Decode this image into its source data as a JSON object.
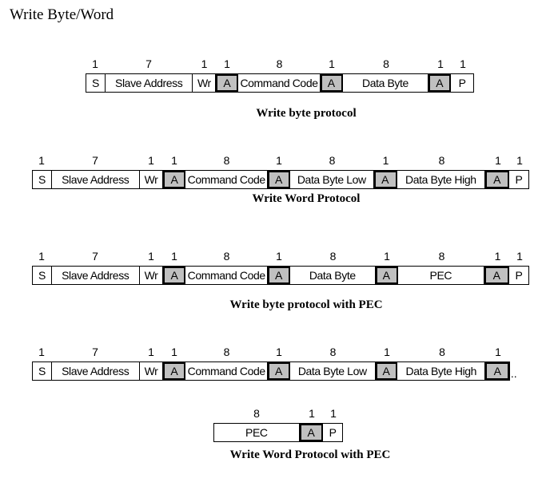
{
  "heading": "Write Byte/Word",
  "diagrams": [
    {
      "caption": "Write byte protocol",
      "fields": [
        {
          "bits": "1",
          "label": "S"
        },
        {
          "bits": "7",
          "label": "Slave Address"
        },
        {
          "bits": "1",
          "label": "Wr"
        },
        {
          "bits": "1",
          "label": "A"
        },
        {
          "bits": "8",
          "label": "Command Code"
        },
        {
          "bits": "1",
          "label": "A"
        },
        {
          "bits": "8",
          "label": "Data Byte"
        },
        {
          "bits": "1",
          "label": "A"
        },
        {
          "bits": "1",
          "label": "P"
        }
      ]
    },
    {
      "caption": "Write Word Protocol",
      "fields": [
        {
          "bits": "1",
          "label": "S"
        },
        {
          "bits": "7",
          "label": "Slave Address"
        },
        {
          "bits": "1",
          "label": "Wr"
        },
        {
          "bits": "1",
          "label": "A"
        },
        {
          "bits": "8",
          "label": "Command Code"
        },
        {
          "bits": "1",
          "label": "A"
        },
        {
          "bits": "8",
          "label": "Data Byte Low"
        },
        {
          "bits": "1",
          "label": "A"
        },
        {
          "bits": "8",
          "label": "Data Byte High"
        },
        {
          "bits": "1",
          "label": "A"
        },
        {
          "bits": "1",
          "label": "P"
        }
      ]
    },
    {
      "caption": "Write byte protocol with PEC",
      "fields": [
        {
          "bits": "1",
          "label": "S"
        },
        {
          "bits": "7",
          "label": "Slave Address"
        },
        {
          "bits": "1",
          "label": "Wr"
        },
        {
          "bits": "1",
          "label": "A"
        },
        {
          "bits": "8",
          "label": "Command Code"
        },
        {
          "bits": "1",
          "label": "A"
        },
        {
          "bits": "8",
          "label": "Data Byte"
        },
        {
          "bits": "1",
          "label": "A"
        },
        {
          "bits": "8",
          "label": "PEC"
        },
        {
          "bits": "1",
          "label": "A"
        },
        {
          "bits": "1",
          "label": "P"
        }
      ]
    },
    {
      "caption": "",
      "continuation": "...",
      "fields": [
        {
          "bits": "1",
          "label": "S"
        },
        {
          "bits": "7",
          "label": "Slave Address"
        },
        {
          "bits": "1",
          "label": "Wr"
        },
        {
          "bits": "1",
          "label": "A"
        },
        {
          "bits": "8",
          "label": "Command Code"
        },
        {
          "bits": "1",
          "label": "A"
        },
        {
          "bits": "8",
          "label": "Data Byte Low"
        },
        {
          "bits": "1",
          "label": "A"
        },
        {
          "bits": "8",
          "label": "Data Byte High"
        },
        {
          "bits": "1",
          "label": "A"
        }
      ]
    },
    {
      "caption": "Write Word Protocol with PEC",
      "fields": [
        {
          "bits": "8",
          "label": "PEC"
        },
        {
          "bits": "1",
          "label": "A"
        },
        {
          "bits": "1",
          "label": "P"
        }
      ]
    }
  ]
}
